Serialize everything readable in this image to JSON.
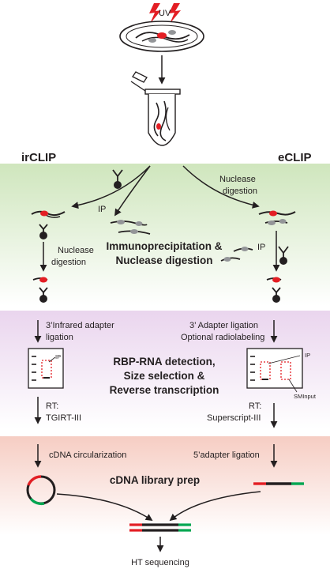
{
  "uv_label": "UV",
  "method_left": "irCLIP",
  "method_right": "eCLIP",
  "stage1": {
    "right_nuclease_line1": "Nuclease",
    "right_nuclease_line2": "digestion",
    "ip_left": "IP",
    "left_nuclease_line1": "Nuclease",
    "left_nuclease_line2": "digestion",
    "center_line1": "Immunoprecipitation &",
    "center_line2": "Nuclease digestion",
    "ip_right": "IP"
  },
  "stage2": {
    "left_step_line1": "3’Infrared adapter",
    "left_step_line2": "ligation",
    "right_step_line1": "3’ Adapter ligation",
    "right_step_line2": "Optional radiolabeling",
    "center_line1": "RBP-RNA detection,",
    "center_line2": "Size selection &",
    "center_line3": "Reverse transcription",
    "gel_left_ip": "IP",
    "gel_right_ip": "IP",
    "gel_right_sminput": "SMInput",
    "rt_left_line1": "RT:",
    "rt_left_line2": "TGIRT-III",
    "rt_right_line1": "RT:",
    "rt_right_line2": "Superscript-III"
  },
  "stage3": {
    "left_step": "cDNA circularization",
    "right_step": "5’adapter ligation",
    "center": "cDNA library prep"
  },
  "final_step": "HT sequencing",
  "colors": {
    "green_band": "#cfe6bd",
    "purple_band": "#ead5ee",
    "salmon_band": "#f6cdc3",
    "red": "#e31e24",
    "green": "#00a651",
    "grey": "#939598",
    "dark": "#231f20"
  }
}
